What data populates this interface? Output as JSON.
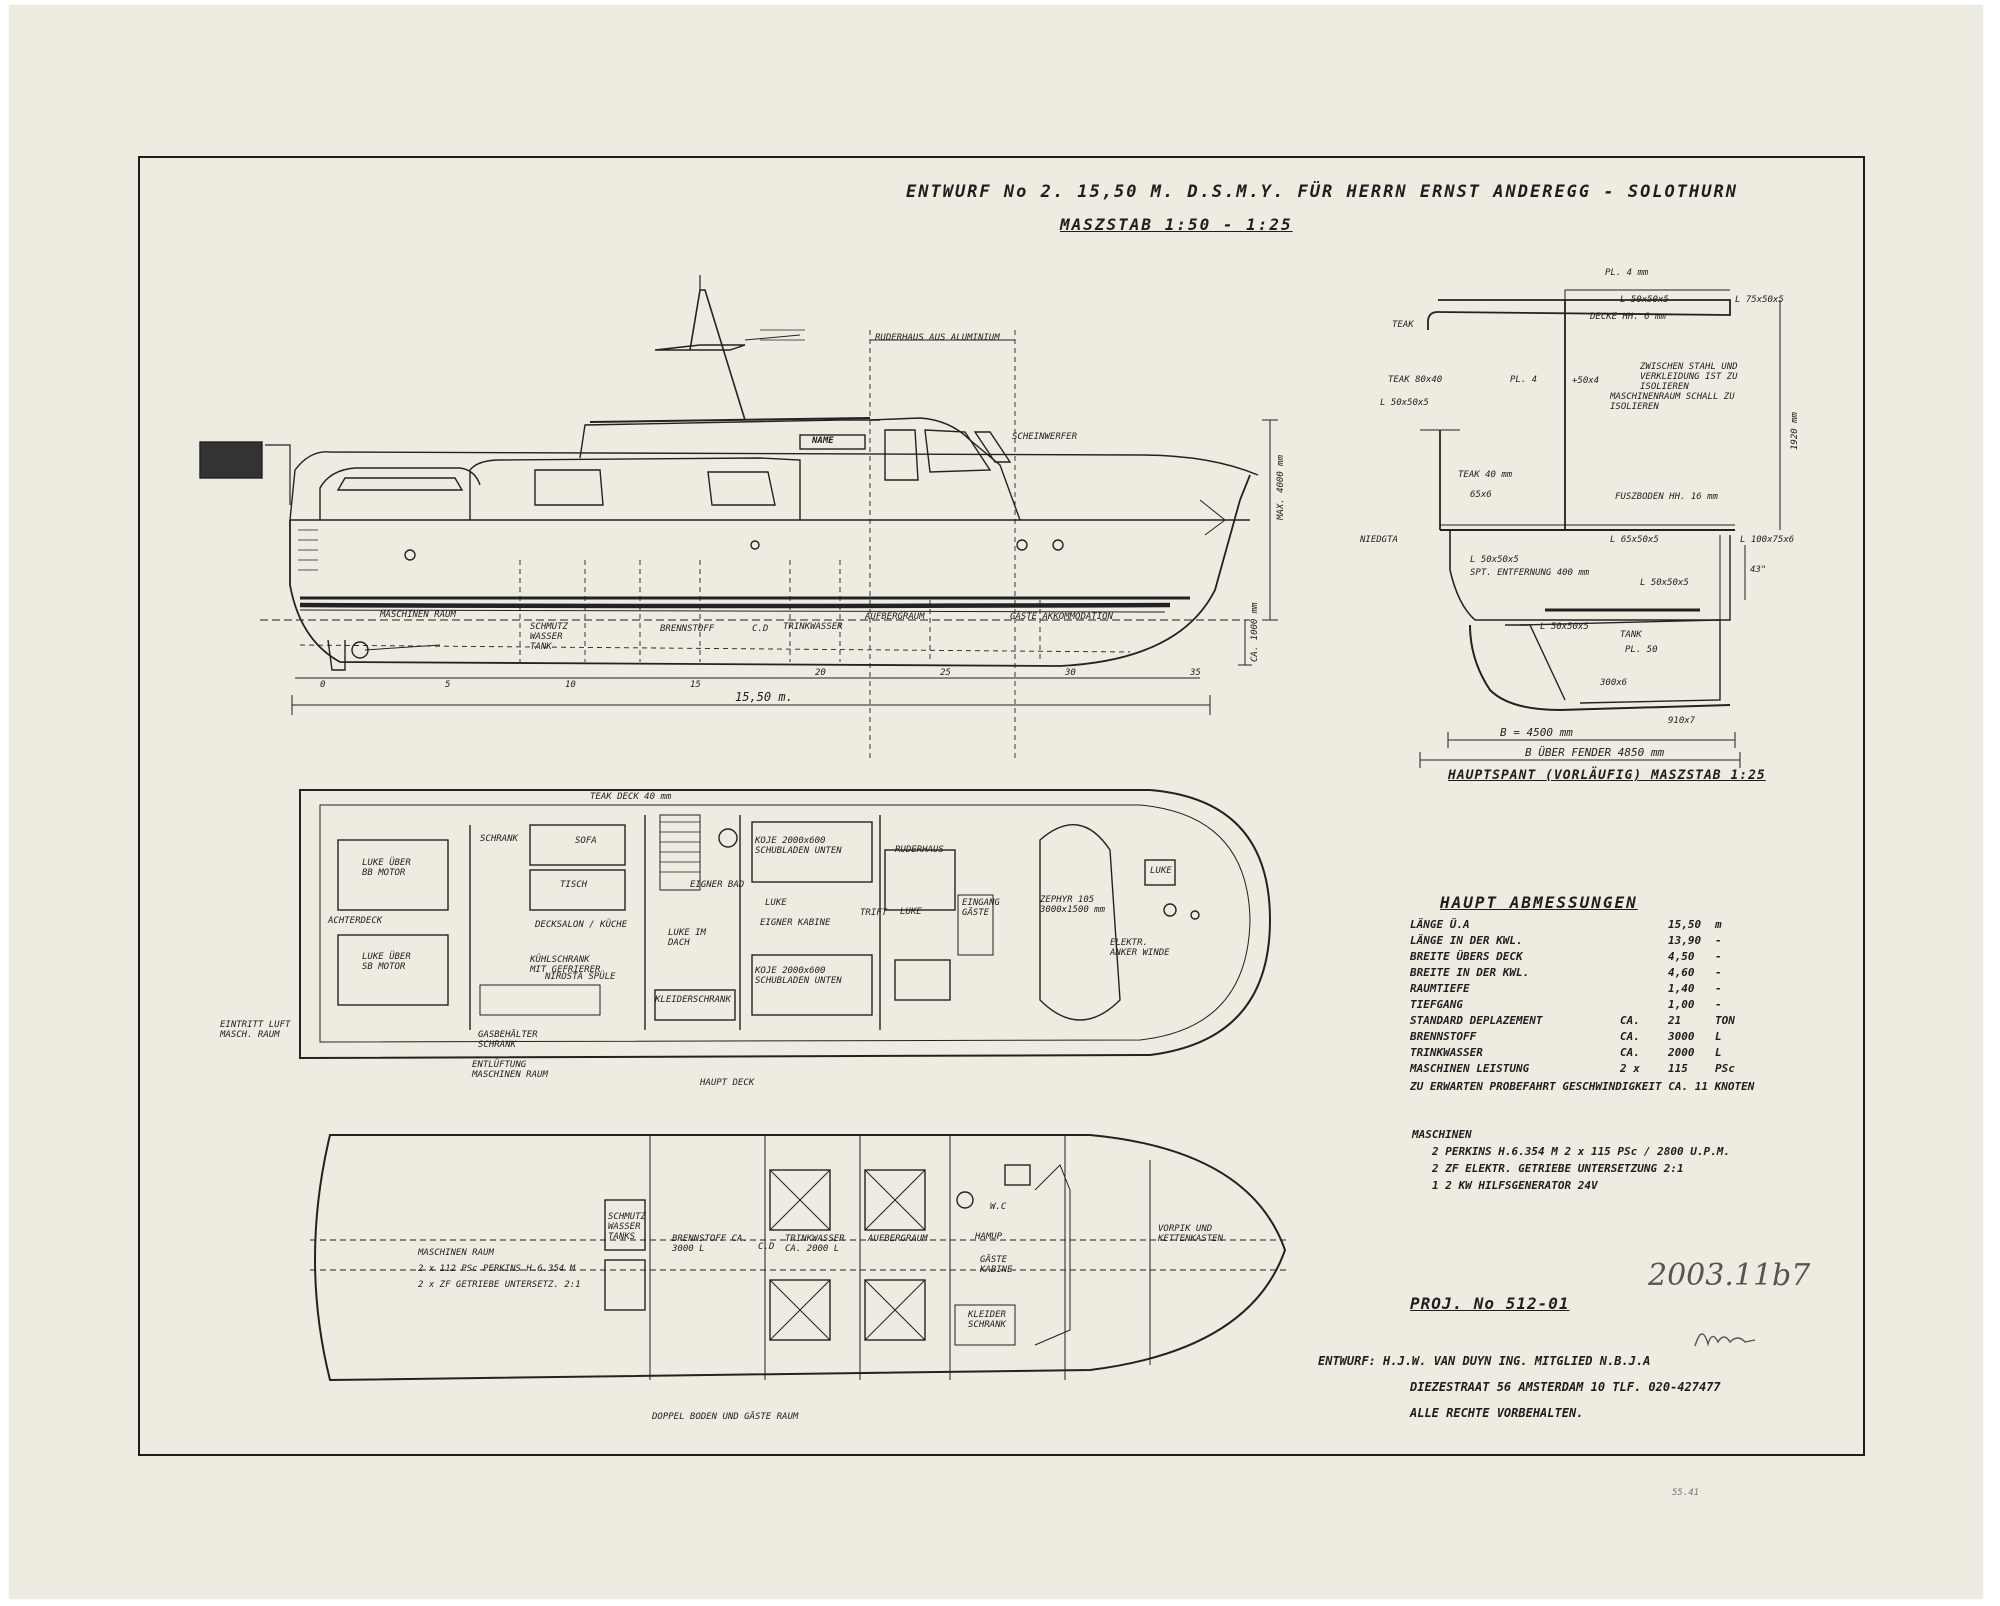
{
  "title": "ENTWURF No 2. 15,50 M. D.S.M.Y. FÜR HERRN ERNST ANDEREGG - SOLOTHURN",
  "scale": "MASZSTAB 1:50 - 1:25",
  "profile": {
    "ruderhaus": "RUDERHAUS AUS ALUMINIUM",
    "name_plate": "NAME",
    "scheinwerfer": "SCHEINWERFER",
    "height_label": "MAX. 4000 mm",
    "draft_label": "CA. 1000 mm",
    "length_label": "15,50 m.",
    "frames": [
      "0",
      "5",
      "10",
      "15",
      "20",
      "25",
      "30",
      "35"
    ],
    "compartments": [
      "MASCHINEN RAUM",
      "SCHMUTZ WASSER TANK",
      "BRENNSTOFF",
      "C.D",
      "TRINKWASSER",
      "AUFBERGRAUM",
      "GÄSTE AKKOMMODATION"
    ]
  },
  "section": {
    "caption": "HAUPTSPANT (VORLÄUFIG) MASZSTAB 1:25",
    "notes": [
      "ZWISCHEN STAHL UND VERKLEIDUNG IST ZU ISOLIEREN",
      "MASCHINENRAUM SCHALL ZU ISOLIEREN"
    ],
    "labels": [
      "PL. 4 mm",
      "L 50x50x5",
      "DECKE HH. 6 mm",
      "L 75x50x5",
      "TEAK",
      "PL. 4",
      "TEAK 80x40",
      "L 50x50x5",
      "+50x4",
      "TEAK 40 mm",
      "65x6",
      "FUSZBODEN HH. 16 mm",
      "NIEDGTA",
      "L 65x50x5",
      "L 100x75x6",
      "L 50x50x5",
      "SPT. ENTFERNUNG 400 mm",
      "L 50x50x5",
      "L 50x50x5",
      "TANK",
      "PL. 50",
      "300x6",
      "1920 mm",
      "43\""
    ],
    "beam": "B = 4500 mm",
    "beam_fender": "B ÜBER FENDER 4850 mm",
    "draft": "910x7"
  },
  "deck_plan": {
    "caption": "HAUPT DECK",
    "labels": [
      "TEAK DECK 40 mm",
      "LUKE ÜBER BB MOTOR",
      "LUKE ÜBER SB MOTOR",
      "ACHTERDECK",
      "SCHRANK",
      "SOFA",
      "TISCH",
      "DECKSALON / KÜCHE",
      "KÜHLSCHRANK MIT GEFRIERER",
      "NIROSTA SPÜLE",
      "EIGNER BAD",
      "LUKE IM DACH",
      "KOJE 2000x600 SCHUBLADEN UNTEN",
      "LUKE",
      "EIGNER KABINE",
      "KOJE 2000x600 SCHUBLADEN UNTEN",
      "KLEIDERSCHRANK",
      "TRIFT",
      "RUDERHAUS",
      "LUKE",
      "EINGANG GÄSTE",
      "ZEPHYR 105 3000x1500 mm",
      "ELEKTR. ANKER WINDE",
      "LUKE",
      "EINTRITT LUFT MASCH. RAUM",
      "ENTLÜFTUNG MASCHINEN RAUM",
      "GASBEHÄLTER SCHRANK"
    ]
  },
  "lower_plan": {
    "caption": "DOPPEL BODEN UND GÄSTE RAUM",
    "labels": [
      "MASCHINEN RAUM",
      "2 x 112 PSc PERKINS H.6.354 M",
      "2 x ZF GETRIEBE UNTERSETZ. 2:1",
      "SCHMUTZ WASSER TANKS",
      "BRENNSTOFF CA. 3000 L",
      "C.D",
      "TRINKWASSER CA. 2000 L",
      "AUFBERGRAUM",
      "W.C",
      "HAMUP",
      "GÄSTE KABINE",
      "KLEIDER SCHRANK",
      "VORPIK UND KETTENKASTEN"
    ]
  },
  "main_dims": {
    "title": "HAUPT ABMESSUNGEN",
    "rows": [
      {
        "label": "LÄNGE Ü.A",
        "prefix": "",
        "value": "15,50",
        "unit": "m"
      },
      {
        "label": "LÄNGE IN DER KWL.",
        "prefix": "",
        "value": "13,90",
        "unit": "-"
      },
      {
        "label": "BREITE ÜBERS DECK",
        "prefix": "",
        "value": "4,50",
        "unit": "-"
      },
      {
        "label": "BREITE IN DER KWL.",
        "prefix": "",
        "value": "4,60",
        "unit": "-"
      },
      {
        "label": "RAUMTIEFE",
        "prefix": "",
        "value": "1,40",
        "unit": "-"
      },
      {
        "label": "TIEFGANG",
        "prefix": "",
        "value": "1,00",
        "unit": "-"
      },
      {
        "label": "STANDARD DEPLAZEMENT",
        "prefix": "CA.",
        "value": "21",
        "unit": "TON"
      },
      {
        "label": "BRENNSTOFF",
        "prefix": "CA.",
        "value": "3000",
        "unit": "L"
      },
      {
        "label": "TRINKWASSER",
        "prefix": "CA.",
        "value": "2000",
        "unit": "L"
      },
      {
        "label": "MASCHINEN LEISTUNG",
        "prefix": "2 x",
        "value": "115",
        "unit": "PSc"
      }
    ],
    "speed_note": "ZU ERWARTEN PROBEFAHRT GESCHWINDIGKEIT CA. 11 KNOTEN"
  },
  "engines": {
    "title": "MASCHINEN",
    "items": [
      "2   PERKINS H.6.354 M   2 x 115 PSc / 2800 U.P.M.",
      "2   ZF ELEKTR. GETRIEBE   UNTERSETZUNG   2:1",
      "1   2 KW  HILFSGENERATOR  24V"
    ]
  },
  "project": "PROJ. No 512-01",
  "archive_no": "2003.11b7",
  "designer": {
    "line1": "ENTWURF:  H.J.W. VAN DUYN  ING.  MITGLIED N.B.J.A",
    "line2": "DIEZESTRAAT 56  AMSTERDAM 10   TLF. 020-427477",
    "line3": "ALLE RECHTE VORBEHALTEN."
  },
  "sheet_mark": "55.41"
}
